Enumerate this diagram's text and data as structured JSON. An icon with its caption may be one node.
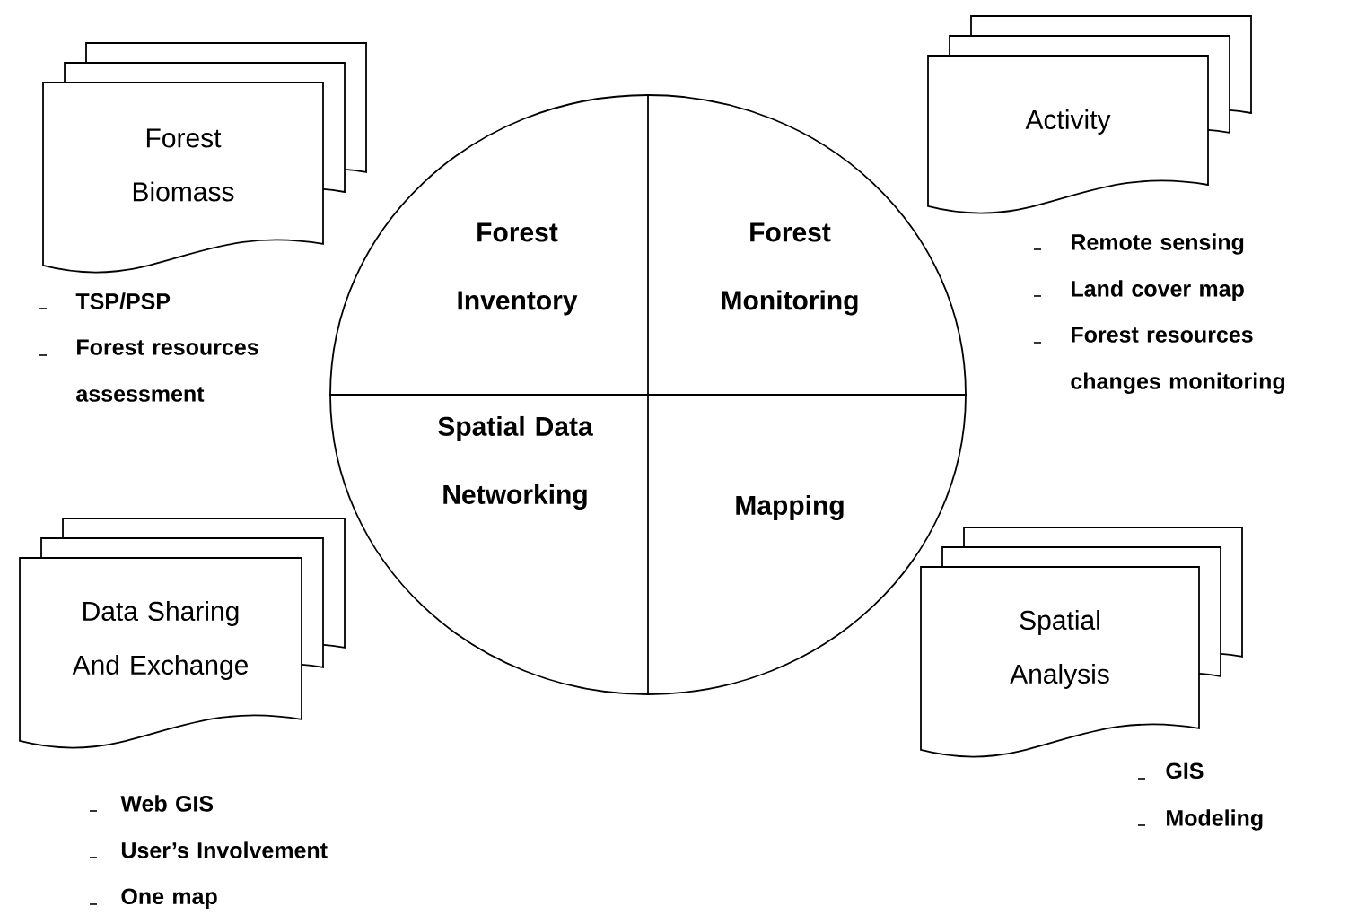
{
  "diagram": {
    "nodes": [
      {
        "text": [
          "Forest Biomass"
        ],
        "beside": [
          "TSP/PSP",
          "Forest resources assessment"
        ]
      },
      {
        "text": [
          "Activity"
        ],
        "beside": [
          "Remote sensing",
          "Land cover map",
          "Forest resources changes monitoring"
        ]
      },
      {
        "text": [],
        "shape": "circle"
      },
      {
        "text": [
          "Forest Inventory"
        ],
        "in": 2
      },
      {
        "text": [
          "Forest Monitoring"
        ],
        "in": 2
      },
      {
        "text": [
          "Spatial Data Networking"
        ],
        "in": 2
      },
      {
        "text": [
          "Mapping"
        ],
        "in": 2
      },
      {
        "text": [
          "Data Sharing And Exchange"
        ],
        "beside": [
          "Web GIS",
          "User’s Involvement",
          "One map"
        ]
      },
      {
        "text": [
          "Spatial Analysis"
        ],
        "beside": [
          "GIS",
          "Modeling"
        ]
      }
    ],
    "edges": []
  }
}
